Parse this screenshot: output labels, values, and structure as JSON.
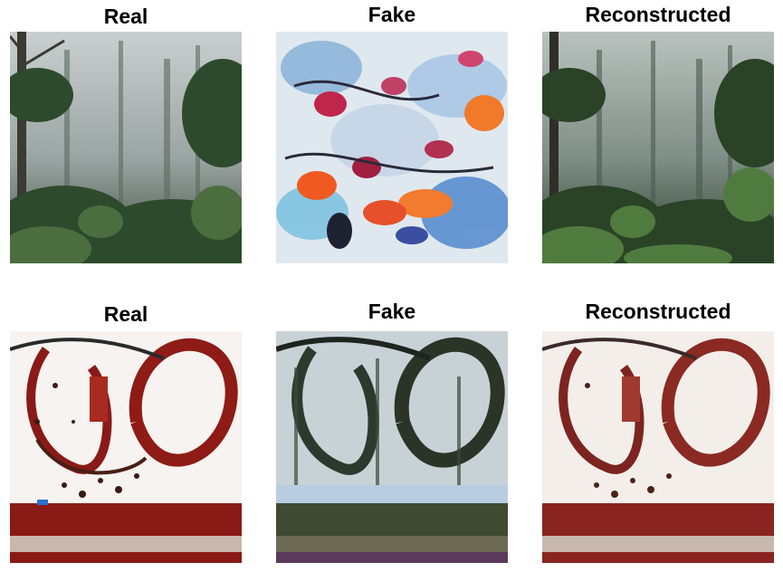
{
  "rows": [
    {
      "panels": [
        {
          "title": "Real",
          "image": "misty-rainforest-photo"
        },
        {
          "title": "Fake",
          "image": "colorful-abstract-painting"
        },
        {
          "title": "Reconstructed",
          "image": "reconstructed-rainforest-photo"
        }
      ]
    },
    {
      "panels": [
        {
          "title": "Real",
          "image": "abstract-brushstroke-painting"
        },
        {
          "title": "Fake",
          "image": "forest-styled-painting"
        },
        {
          "title": "Reconstructed",
          "image": "reconstructed-brushstroke-painting"
        }
      ]
    }
  ]
}
